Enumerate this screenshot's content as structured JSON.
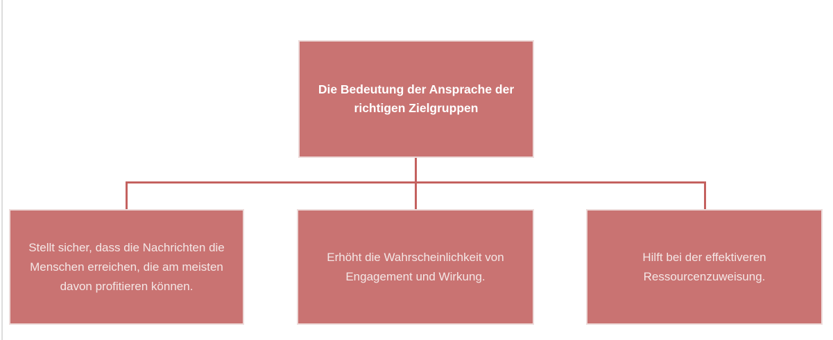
{
  "diagram": {
    "type": "hierarchy",
    "root": {
      "lines": {
        "0": "Die Bedeutung der Ansprache der",
        "1": "richtigen Zielgruppen"
      }
    },
    "children": [
      {
        "lines": {
          "0": "Stellt sicher, dass die Nachrichten die",
          "1": "Menschen erreichen, die am meisten",
          "2": "davon profitieren können."
        }
      },
      {
        "lines": {
          "0": "Erhöht die Wahrscheinlichkeit von",
          "1": "Engagement und Wirkung."
        }
      },
      {
        "lines": {
          "0": "Hilft bei der effektiveren",
          "1": "Ressourcenzuweisung."
        }
      }
    ],
    "colors": {
      "node_fill": "#c97372",
      "node_border": "#eddbda",
      "connector": "#c4615f",
      "title_text": "#ffffff",
      "body_text": "#f4e7e6",
      "edge_line": "#dcdcdc"
    }
  }
}
